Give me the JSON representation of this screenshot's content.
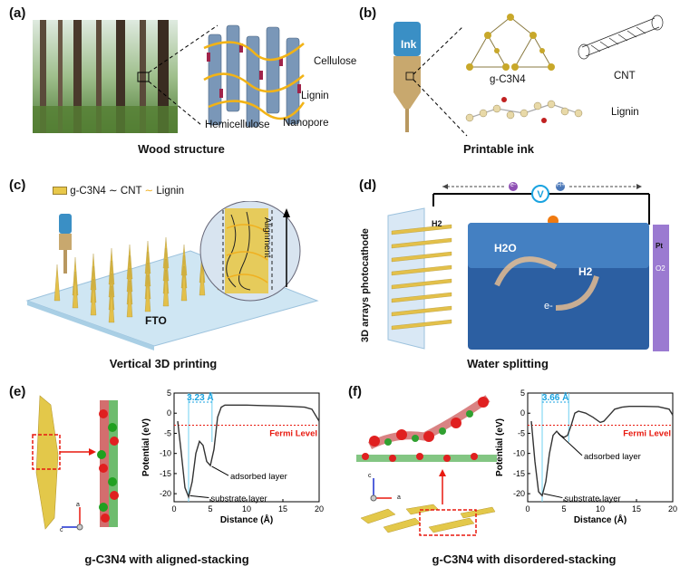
{
  "panels": {
    "a": {
      "label": "(a)",
      "caption": "Wood structure",
      "labels": {
        "cellulose": "Cellulose",
        "lignin": "Lignin",
        "hemicellulose": "Hemicellulose",
        "nanopore": "Nanopore"
      }
    },
    "b": {
      "label": "(b)",
      "caption": "Printable ink",
      "labels": {
        "ink": "Ink",
        "gc3n4": "g-C3N4",
        "cnt": "CNT",
        "lignin": "Lignin"
      }
    },
    "c": {
      "label": "(c)",
      "caption": "Vertical 3D printing",
      "legend": {
        "gc3n4": "g-C3N4",
        "cnt": "CNT",
        "lignin": "Lignin"
      },
      "labels": {
        "fto": "FTO",
        "alignment": "Alignment"
      }
    },
    "d": {
      "label": "(d)",
      "caption": "Water splitting",
      "labels": {
        "photocathode": "3D arrays photocathode",
        "h2_left": "H2",
        "h2o": "H2O",
        "h2": "H2",
        "electron": "e-",
        "pt": "Pt",
        "o2": "O2",
        "e_minus": "e-",
        "h_plus": "H+",
        "voltmeter": "V"
      }
    },
    "e": {
      "label": "(e)",
      "caption": "g-C3N4 with aligned-stacking",
      "axes": {
        "a": "a",
        "c": "c"
      }
    },
    "f": {
      "label": "(f)",
      "caption": "g-C3N4 with disordered-stacking",
      "axes": {
        "a": "a",
        "c": "c"
      }
    }
  },
  "chart_data": [
    {
      "type": "line",
      "panel": "e",
      "xlabel": "Distance (Å)",
      "ylabel": "Potential (eV)",
      "xlim": [
        0,
        20
      ],
      "ylim": [
        -22,
        5
      ],
      "xticks": [
        0,
        5,
        10,
        15,
        20
      ],
      "yticks": [
        5,
        0,
        -5,
        -10,
        -15,
        -20
      ],
      "x": [
        0.5,
        1.0,
        1.5,
        2.0,
        2.5,
        3.0,
        3.5,
        4.0,
        4.5,
        5.0,
        5.5,
        6.0,
        6.5,
        7.0,
        8.0,
        10.0,
        12.0,
        14.0,
        16.0,
        18.0,
        19.0,
        20.0
      ],
      "values": [
        -2.0,
        -10.0,
        -18.5,
        -20.8,
        -17.0,
        -10.0,
        -7.0,
        -8.0,
        -12.0,
        -13.0,
        -9.0,
        -1.0,
        1.5,
        2.0,
        2.0,
        2.0,
        1.9,
        1.8,
        1.7,
        1.5,
        1.0,
        -2.0
      ],
      "fermi_level": -3.0,
      "annotations": {
        "fermi": "Fermi Level",
        "gap": "3.23 Å",
        "adsorbed": "adsorbed layer",
        "substrate": "substrate layer"
      },
      "gap_markers": [
        2.0,
        5.23
      ]
    },
    {
      "type": "line",
      "panel": "f",
      "xlabel": "Distance (Å)",
      "ylabel": "Potential (eV)",
      "xlim": [
        0,
        20
      ],
      "ylim": [
        -22,
        5
      ],
      "xticks": [
        0,
        5,
        10,
        15,
        20
      ],
      "yticks": [
        5,
        0,
        -5,
        -10,
        -15,
        -20
      ],
      "x": [
        0.5,
        1.0,
        1.5,
        2.0,
        2.5,
        3.0,
        3.5,
        4.0,
        4.5,
        5.0,
        5.5,
        6.0,
        6.5,
        7.0,
        8.0,
        9.0,
        10.0,
        10.5,
        11.0,
        12.0,
        13.0,
        14.0,
        16.0,
        18.0,
        19.5,
        20.0
      ],
      "values": [
        -2.0,
        -12.0,
        -19.5,
        -20.5,
        -17.0,
        -10.0,
        -5.5,
        -4.5,
        -5.5,
        -6.0,
        -5.5,
        -3.0,
        0.0,
        0.5,
        0.0,
        -1.0,
        -2.3,
        -2.0,
        -1.0,
        1.0,
        1.5,
        1.7,
        1.7,
        1.6,
        1.0,
        -0.5
      ],
      "fermi_level": -3.0,
      "annotations": {
        "fermi": "Fermi Level",
        "gap": "3.66 Å",
        "adsorbed": "adsorbed layer",
        "substrate": "substrate layer"
      },
      "gap_markers": [
        2.0,
        5.66
      ]
    }
  ],
  "colors": {
    "accent_red": "#e8190f",
    "cyan": "#1aa3e0",
    "gold": "#e8c84a",
    "steel": "#6a8fb5",
    "lignin_orange": "#f0b020"
  }
}
